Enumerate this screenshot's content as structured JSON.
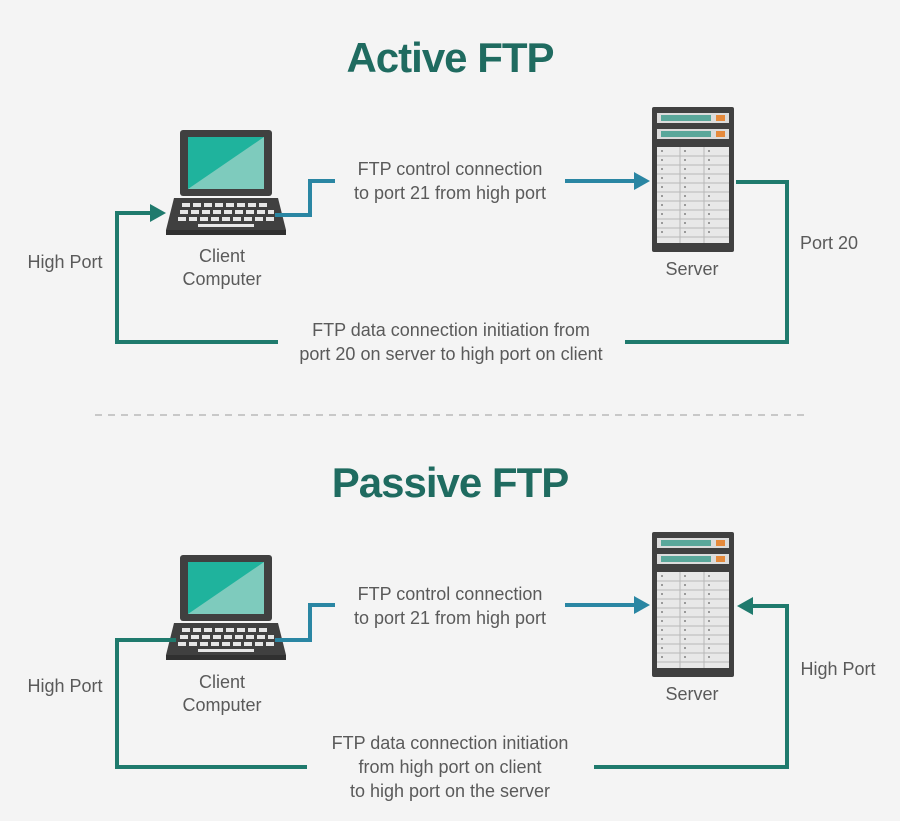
{
  "colors": {
    "background": "#f4f4f4",
    "title": "#1f6b60",
    "control_line": "#2a86a3",
    "data_line": "#1f7a6d",
    "text": "#5a5a5a",
    "screen": "#1fb39d",
    "device_dark": "#404040",
    "divider": "#b9b9b9"
  },
  "icons": {
    "client": "laptop-icon",
    "server": "server-rack-icon"
  },
  "active": {
    "title": "Active FTP",
    "client_label_line1": "Client",
    "client_label_line2": "Computer",
    "server_label": "Server",
    "control_line1": "FTP control connection",
    "control_line2": "to port 21 from high port",
    "data_line1": "FTP data connection initiation from",
    "data_line2": "port 20 on server to high port on client",
    "client_port": "High Port",
    "server_port": "Port 20"
  },
  "passive": {
    "title": "Passive FTP",
    "client_label_line1": "Client",
    "client_label_line2": "Computer",
    "server_label": "Server",
    "control_line1": "FTP control connection",
    "control_line2": "to port 21 from high port",
    "data_line1": "FTP data connection initiation",
    "data_line2": "from high port on client",
    "data_line3": "to high port on the server",
    "client_port": "High Port",
    "server_port": "High Port"
  }
}
